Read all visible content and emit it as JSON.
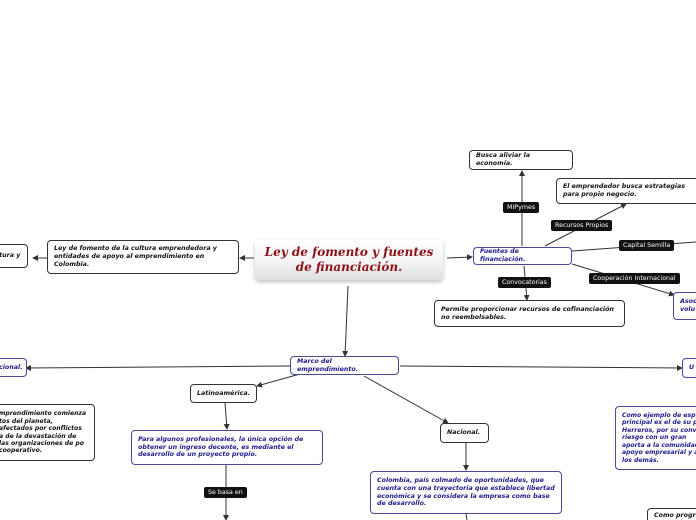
{
  "central": {
    "title": "Ley de fomento y fuentes de financiación."
  },
  "nodes": {
    "ley_fomento": "Ley de fomento de la cultura emprendedora y entidades de apoyo al emprendimiento en Colombia.",
    "cultura_cut": "ltura y",
    "fuentes": "Fuentes de financiación.",
    "busca_aliviar": "Busca aliviar la economía.",
    "emprendedor_busca": "El emprendedor busca estrategias para propio negocio.",
    "permite": "Permite proporcionar recursos de cofinanciación no reembolsables.",
    "asoc_cut": "Asoc volu",
    "marco": "Marco del emprendimiento.",
    "latam": "Latinoamérica.",
    "para_algunos": "Para algunos profesionales, la única opción de obtener un ingreso decente, es mediante el desarrollo de un proyecto propio.",
    "nacional": "Nacional.",
    "colombia": "Colombia, país colmado de oportunidades, que cuenta con una trayectoria que establece libertad económica y se considera la empresa como base de desarrollo.",
    "internacional_cut": "cional.",
    "mprendimiento_cut": "mprendimiento comienza tos del planeta, afectados por conflictos a de la devastación de las organizaciones de po cooperativo.",
    "u_cut": "U",
    "como_ejemplo_cut": "Como ejemplo de esp principal es el de su p Herreros, por su conv el riesgo con un gran aporta a la comunidad apoyo empresarial y a los demás.",
    "como_progra_cut": "Como progra"
  },
  "edge_labels": {
    "mipymes": "MIPymes",
    "recursos_propios": "Recursos Propios",
    "capital_semilla": "Capital Semilla",
    "cooperacion": "Cooperación Internacional",
    "convocatorias": "Convocatorias",
    "se_basa_en": "Se basa en"
  }
}
